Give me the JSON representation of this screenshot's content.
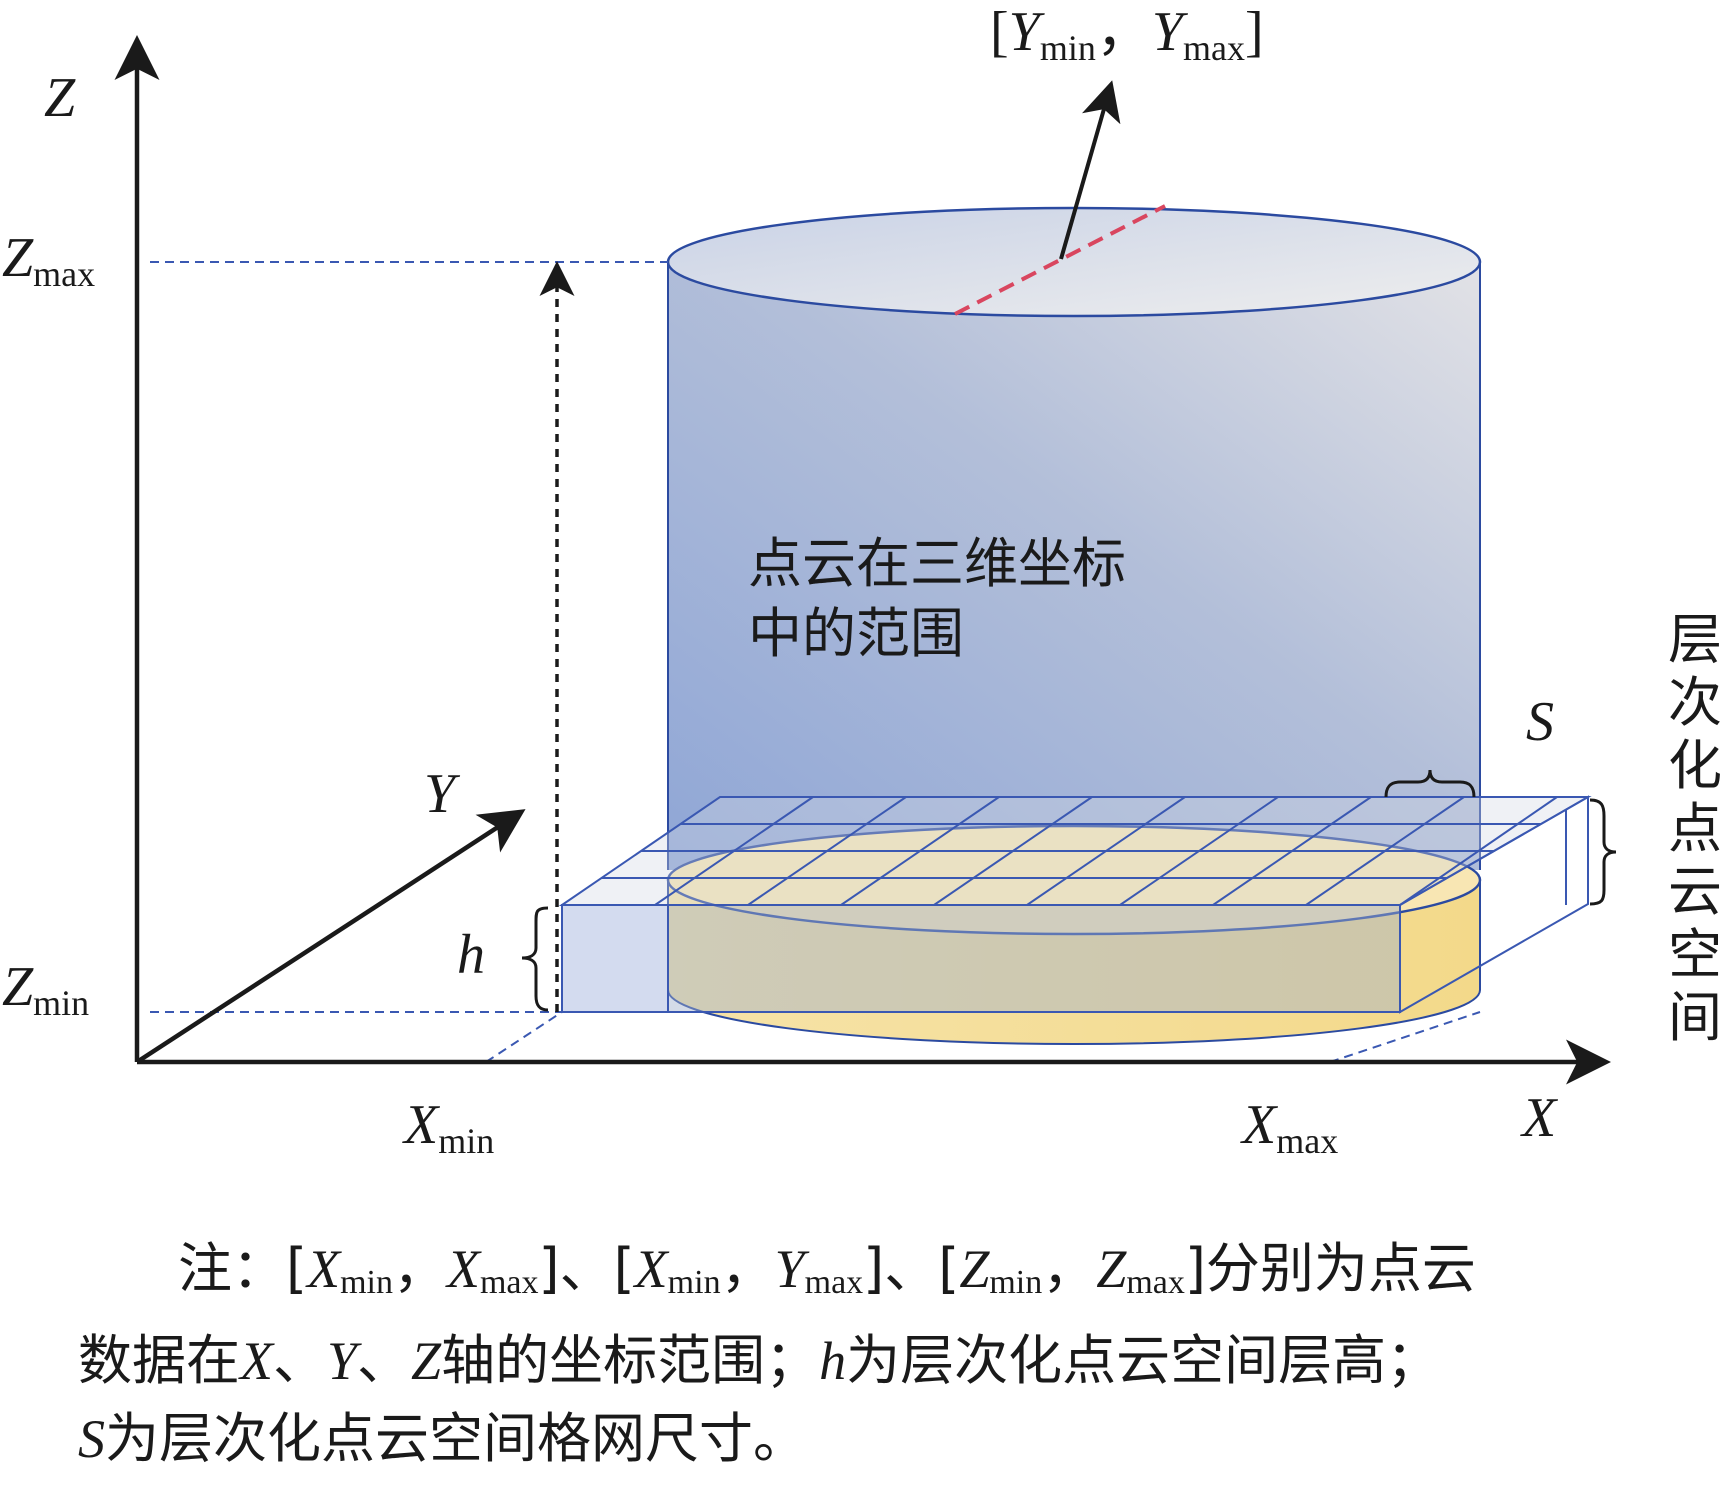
{
  "axes": {
    "x": "X",
    "y": "Y",
    "z": "Z"
  },
  "bounds": {
    "z_max": {
      "main": "Z",
      "sub": "max"
    },
    "z_min": {
      "main": "Z",
      "sub": "min"
    },
    "x_min": {
      "main": "X",
      "sub": "min"
    },
    "x_max": {
      "main": "X",
      "sub": "max"
    },
    "y_range": {
      "open": "[",
      "y1": "Y",
      "sub1": "min",
      "sep": "，",
      "y2": "Y",
      "sub2": "max",
      "close": "]"
    }
  },
  "labels": {
    "cylinder_line1": "点云在三维坐标",
    "cylinder_line2": "中的范围",
    "side_vertical": [
      "层",
      "次",
      "化",
      "点",
      "云",
      "空",
      "间"
    ],
    "h": "h",
    "s": "S"
  },
  "colors": {
    "axis": "#1a1a1a",
    "cylinder_fill_dark": "#8fa5d2",
    "cylinder_fill_light": "#e3e3e8",
    "cylinder_stroke": "#2b4aa0",
    "layer_fill": "#f7e3a5",
    "grid_stroke": "#3a58b2",
    "dashed_red": "#d9465f",
    "guide_blue": "#3a58b2"
  },
  "note": {
    "line1": {
      "lead": "注：[",
      "x1": "X",
      "x1_sub": "min",
      "c1": "，",
      "x2": "X",
      "x2_sub": "max",
      "close1": "]、[",
      "y1": "X",
      "y1_sub": "min",
      "c2": "，",
      "y2": "Y",
      "y2_sub": "max",
      "close2": "]、[",
      "z1": "Z",
      "z1_sub": "min",
      "c3": "，",
      "z2": "Z",
      "z2_sub": "max",
      "tail": "]分别为点云"
    },
    "line2": {
      "lead": "数据在",
      "x": "X",
      "s1": "、",
      "y": "Y",
      "s2": "、",
      "z": "Z",
      "mid": "轴的坐标范围；",
      "h": "h",
      "tail": "为层次化点云空间层高；"
    },
    "line3": {
      "s": "S",
      "tail": "为层次化点云空间格网尺寸。"
    }
  }
}
